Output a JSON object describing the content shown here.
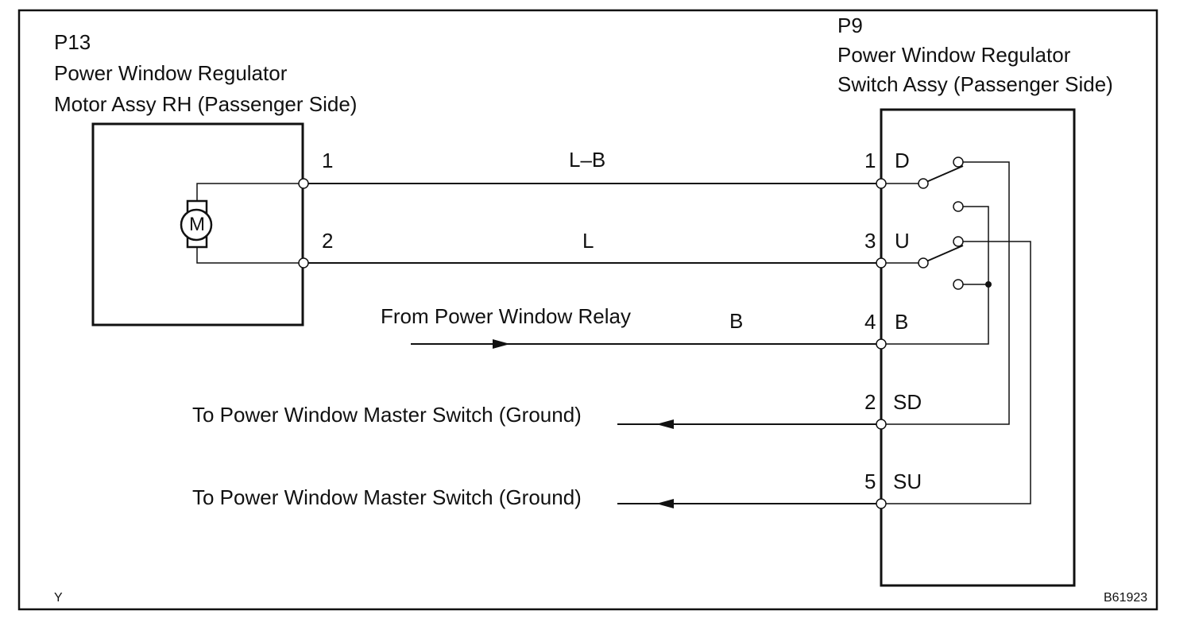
{
  "motor": {
    "code": "P13",
    "name_line1": "Power Window Regulator",
    "name_line2": "Motor Assy RH (Passenger Side)",
    "symbol": "M",
    "pins": [
      "1",
      "2"
    ]
  },
  "switch": {
    "code": "P9",
    "name_line1": "Power Window Regulator",
    "name_line2": "Switch Assy (Passenger Side)",
    "terminals": [
      {
        "pin": "1",
        "name": "D"
      },
      {
        "pin": "3",
        "name": "U"
      },
      {
        "pin": "4",
        "name": "B"
      },
      {
        "pin": "2",
        "name": "SD"
      },
      {
        "pin": "5",
        "name": "SU"
      }
    ]
  },
  "wires": {
    "motor_1": "L–B",
    "motor_2": "L",
    "relay": "B"
  },
  "external": {
    "relay": "From Power Window Relay",
    "ground_sd": "To Power Window Master Switch (Ground)",
    "ground_su": "To Power Window Master Switch (Ground)"
  },
  "corner_left": "Y",
  "figure_id": "B61923"
}
